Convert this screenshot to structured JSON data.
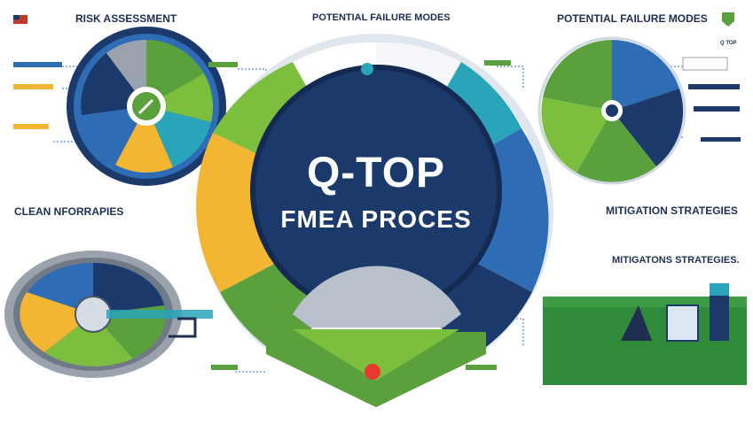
{
  "headings": {
    "risk_assessment": "RISK ASSESSMENT",
    "potential_failure_center": "POTENTIAL FAILURE MODES",
    "potential_failure_right": "POTENTIAL FAILURE MODES",
    "clean_info": "CLEAN NFORRAPIES",
    "mitigation_1": "MITIGATION STRATEGIES",
    "mitigation_2": "MITIGATONS STRATEGIES."
  },
  "center": {
    "title": "Q-TOP",
    "subtitle": "FMEA PROCES"
  },
  "labels": {
    "q_top_small": "Q TOP"
  },
  "colors": {
    "navy": "#1b3a6b",
    "dark_navy": "#142a52",
    "blue": "#2e6db5",
    "teal": "#2aa4b8",
    "green": "#5aa03c",
    "lime": "#7cbf3f",
    "yellow": "#f2b632",
    "gray": "#9aa3ad",
    "light_blue_bg": "#eaf2fb"
  },
  "icons": {
    "flag": "flag-icon",
    "wrench": "wrench-icon",
    "shield": "shield-icon",
    "gear": "gear-icon",
    "gauge": "gauge-icon"
  }
}
